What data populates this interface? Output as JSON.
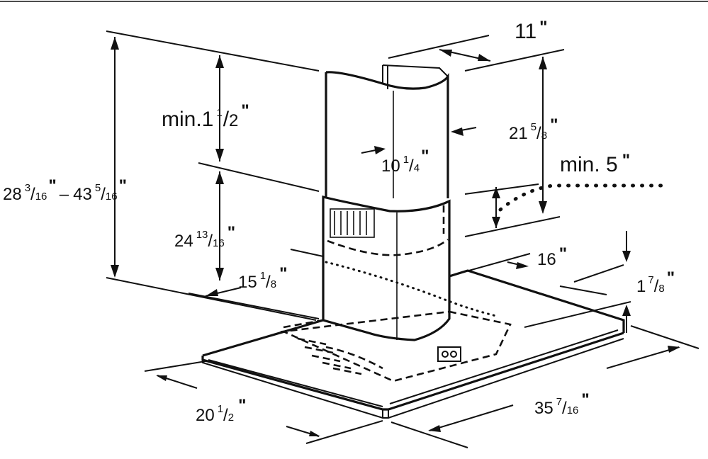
{
  "dimensions": {
    "chimney_width": {
      "whole": "11",
      "unit": "\""
    },
    "chimney_upper_height": {
      "whole": "21",
      "num": "5",
      "den": "8",
      "unit": "\""
    },
    "chimney_depth": {
      "whole": "10",
      "num": "1",
      "den": "4",
      "unit": "\""
    },
    "min_top": {
      "prefix": "min.1",
      "num": "1",
      "den": "2",
      "unit": "\""
    },
    "min_bottom": {
      "prefix": "min. 5",
      "unit": "\""
    },
    "overall_height_range": {
      "low_whole": "28",
      "low_num": "3",
      "low_den": "16",
      "sep": "–",
      "high_whole": "43",
      "high_num": "5",
      "high_den": "16",
      "unit": "\""
    },
    "lower_cover_height": {
      "whole": "24",
      "num": "13",
      "den": "16",
      "unit": "\""
    },
    "lower_offset": {
      "whole": "15",
      "num": "1",
      "den": "8",
      "unit": "\""
    },
    "canopy_depth_back": {
      "whole": "16",
      "unit": "\""
    },
    "canopy_thickness": {
      "whole": "1",
      "num": "7",
      "den": "8",
      "unit": "\""
    },
    "canopy_depth": {
      "whole": "20",
      "num": "1",
      "den": "2",
      "unit": "\""
    },
    "canopy_width": {
      "whole": "35",
      "num": "7",
      "den": "16",
      "unit": "\""
    }
  }
}
